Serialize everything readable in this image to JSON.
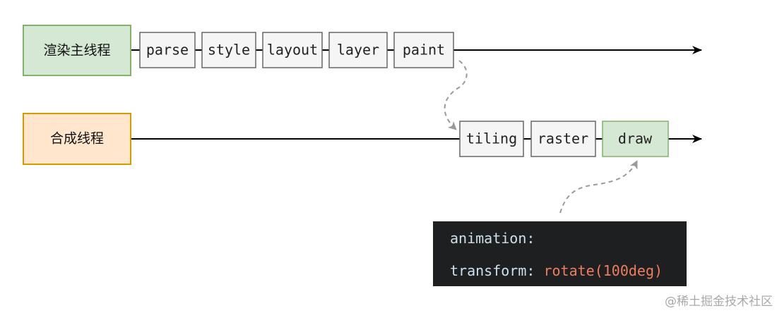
{
  "threads": {
    "main": {
      "label": "渲染主线程",
      "fill": "#d5e8d4",
      "stroke": "#82b366"
    },
    "compositor": {
      "label": "合成线程",
      "fill": "#ffe6cc",
      "stroke": "#d79b00"
    }
  },
  "main_stages": [
    {
      "label": "parse"
    },
    {
      "label": "style"
    },
    {
      "label": "layout"
    },
    {
      "label": "layer"
    },
    {
      "label": "paint"
    }
  ],
  "compositor_stages": [
    {
      "label": "tiling"
    },
    {
      "label": "raster"
    },
    {
      "label": "draw",
      "highlight": true
    }
  ],
  "code": {
    "line1": "animation:",
    "line2_key": "transform: ",
    "line2_value": "rotate(100deg)"
  },
  "watermark": "@稀土掘金技术社区",
  "colors": {
    "stage_fill": "#f5f5f5",
    "stage_stroke": "#666666",
    "highlight_fill": "#d5e8d4",
    "highlight_stroke": "#82b366",
    "code_background": "#1e1f21",
    "code_key": "#cfe0ea",
    "code_value": "#ee7d5c",
    "arrow": "#000000",
    "dashed_connector": "#9a9a9a"
  }
}
